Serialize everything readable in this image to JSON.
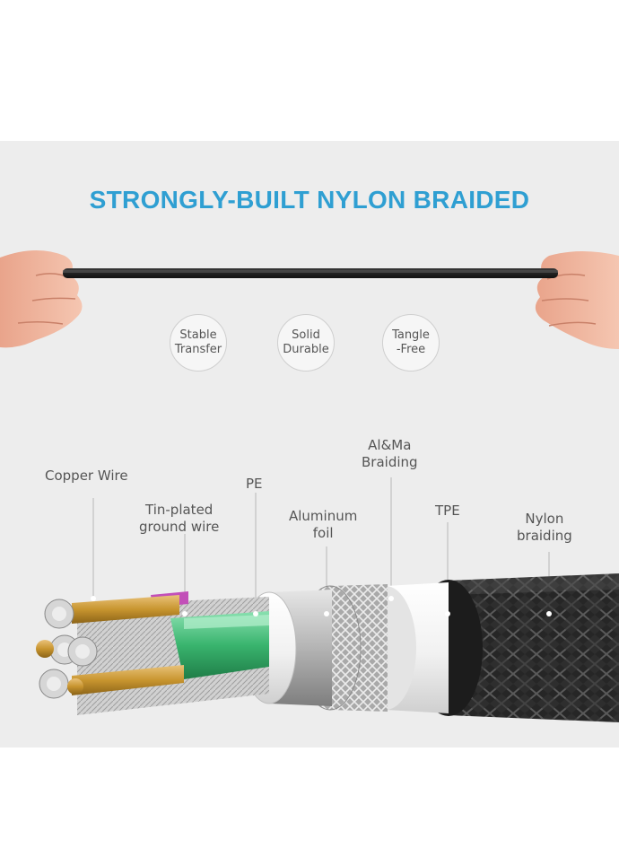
{
  "headline": "STRONGLY-BUILT NYLON BRAIDED",
  "badges": [
    {
      "line1": "Stable",
      "line2": "Transfer"
    },
    {
      "line1": "Solid",
      "line2": "Durable"
    },
    {
      "line1": "Tangle",
      "line2": "-Free"
    }
  ],
  "layers": [
    {
      "line1": "Copper Wire",
      "line2": ""
    },
    {
      "line1": "Tin-plated",
      "line2": "ground wire"
    },
    {
      "line1": "PE",
      "line2": ""
    },
    {
      "line1": "Aluminum",
      "line2": "foil"
    },
    {
      "line1": "Al&Ma",
      "line2": "Braiding"
    },
    {
      "line1": "TPE",
      "line2": ""
    },
    {
      "line1": "Nylon",
      "line2": "braiding"
    }
  ],
  "colors": {
    "headline": "#2f9fd2",
    "background": "#ededed",
    "pe_core": "#3fc07a",
    "copper": "#c99a3c",
    "nylon": "#2b2b2b"
  }
}
